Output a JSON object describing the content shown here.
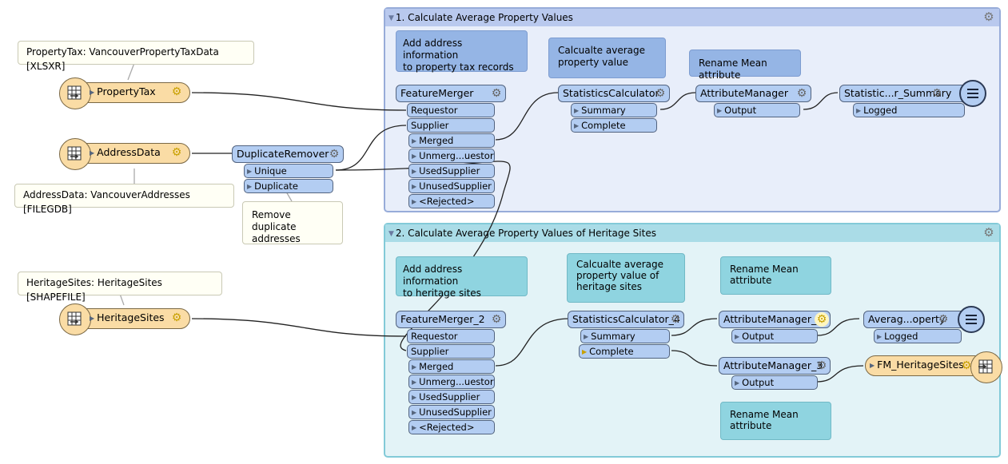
{
  "bookmarks": [
    {
      "title": "1. Calculate Average Property Values"
    },
    {
      "title": "2. Calculate Average Property Values of Heritage Sites"
    }
  ],
  "notes": {
    "reader_property": "PropertyTax: VancouverPropertyTaxData [XLSXR]",
    "reader_address": "AddressData: VancouverAddresses [FILEGDB]",
    "reader_heritage": "HeritageSites: HeritageSites [SHAPEFILE]",
    "remove_dup_1": "Remove duplicate",
    "remove_dup_2": "addresses",
    "b1_fm_1": "Add address information",
    "b1_fm_2": "to property tax records",
    "b1_sc_1": "Calcualte average",
    "b1_sc_2": "property value",
    "b1_am": "Rename Mean attribute",
    "b2_fm_1": "Add address information",
    "b2_fm_2": "to heritage sites",
    "b2_sc_1": "Calcualte average",
    "b2_sc_2": "property value of",
    "b2_sc_3": "heritage sites",
    "b2_am2_1": "Rename Mean",
    "b2_am2_2": "attribute",
    "b2_am3_1": "Rename Mean",
    "b2_am3_2": "attribute"
  },
  "readers": {
    "property_tax": "PropertyTax",
    "address_data": "AddressData",
    "heritage_sites": "HeritageSites"
  },
  "writer": {
    "fm_heritage": "FM_HeritageSites"
  },
  "transformers": {
    "duplicate_remover": {
      "name": "DuplicateRemover",
      "ports": [
        "Unique",
        "Duplicate"
      ]
    },
    "feature_merger": {
      "name": "FeatureMerger",
      "inputs": [
        "Requestor",
        "Supplier"
      ],
      "outputs": [
        "Merged",
        "Unmerg...uestor",
        "UsedSupplier",
        "UnusedSupplier",
        "<Rejected>"
      ]
    },
    "stats_calc": {
      "name": "StatisticsCalculator",
      "ports": [
        "Summary",
        "Complete"
      ]
    },
    "attr_manager": {
      "name": "AttributeManager",
      "ports": [
        "Output"
      ]
    },
    "logger1": {
      "name": "Statistic...r_Summary",
      "ports": [
        "Logged"
      ]
    },
    "feature_merger_2": {
      "name": "FeatureMerger_2",
      "inputs": [
        "Requestor",
        "Supplier"
      ],
      "outputs": [
        "Merged",
        "Unmerg...uestor",
        "UsedSupplier",
        "UnusedSupplier",
        "<Rejected>"
      ]
    },
    "stats_calc_4": {
      "name": "StatisticsCalculator_4",
      "ports": [
        "Summary",
        "Complete"
      ]
    },
    "attr_manager_2": {
      "name": "AttributeManager_2",
      "ports": [
        "Output"
      ]
    },
    "attr_manager_3": {
      "name": "AttributeManager_3",
      "ports": [
        "Output"
      ]
    },
    "logger2": {
      "name": "Averag...operty",
      "ports": [
        "Logged"
      ]
    }
  },
  "colors": {
    "bookmark1": "#e8eefa",
    "bookmark2": "#e3f3f7",
    "transformer": "#b3cdf2",
    "reader": "#fadca5"
  }
}
